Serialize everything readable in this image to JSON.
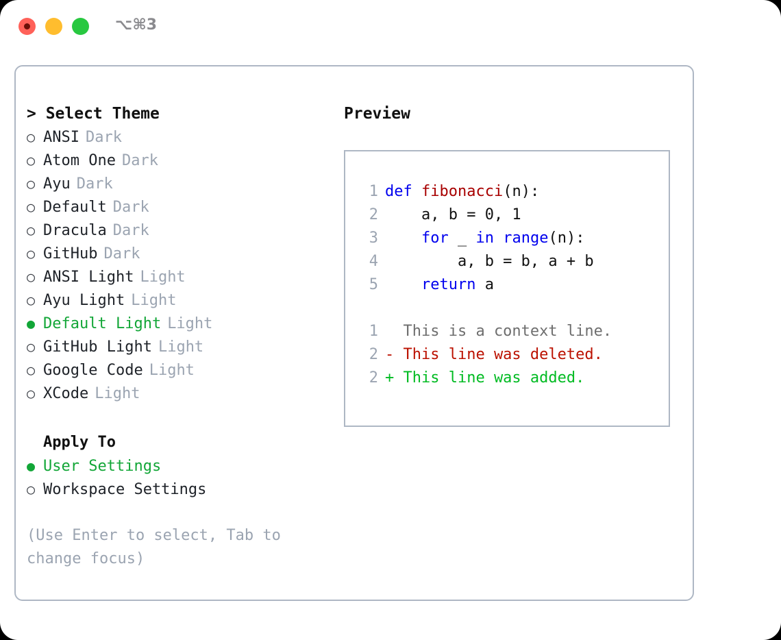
{
  "titlebar": {
    "shortcut": "⌥⌘3",
    "buttons": {
      "close": "close",
      "minimize": "minimize",
      "maximize": "maximize"
    }
  },
  "theme_picker": {
    "heading": "> Select Theme",
    "bullet_unselected": "○",
    "bullet_selected": "●",
    "items": [
      {
        "name": "ANSI",
        "variant": "Dark",
        "selected": false
      },
      {
        "name": "Atom One",
        "variant": "Dark",
        "selected": false
      },
      {
        "name": "Ayu",
        "variant": "Dark",
        "selected": false
      },
      {
        "name": "Default",
        "variant": "Dark",
        "selected": false
      },
      {
        "name": "Dracula",
        "variant": "Dark",
        "selected": false
      },
      {
        "name": "GitHub",
        "variant": "Dark",
        "selected": false
      },
      {
        "name": "ANSI Light",
        "variant": "Light",
        "selected": false
      },
      {
        "name": "Ayu Light",
        "variant": "Light",
        "selected": false
      },
      {
        "name": "Default Light",
        "variant": "Light",
        "selected": true
      },
      {
        "name": "GitHub Light",
        "variant": "Light",
        "selected": false
      },
      {
        "name": "Google Code",
        "variant": "Light",
        "selected": false
      },
      {
        "name": "XCode",
        "variant": "Light",
        "selected": false
      }
    ]
  },
  "apply_to": {
    "heading": "Apply To",
    "options": [
      {
        "name": "User Settings",
        "selected": true
      },
      {
        "name": "Workspace Settings",
        "selected": false
      }
    ]
  },
  "hint": "(Use Enter to select, Tab to\nchange focus)",
  "preview": {
    "heading": "Preview",
    "code_lines": [
      {
        "no": "1",
        "tokens": [
          {
            "t": "def",
            "c": "kw"
          },
          {
            "t": " ",
            "c": "plain"
          },
          {
            "t": "fibonacci",
            "c": "fn"
          },
          {
            "t": "(n):",
            "c": "plain"
          }
        ]
      },
      {
        "no": "2",
        "tokens": [
          {
            "t": "    a, b = 0, 1",
            "c": "plain"
          }
        ]
      },
      {
        "no": "3",
        "tokens": [
          {
            "t": "    ",
            "c": "plain"
          },
          {
            "t": "for",
            "c": "kw"
          },
          {
            "t": " _ ",
            "c": "plain"
          },
          {
            "t": "in",
            "c": "kw"
          },
          {
            "t": " ",
            "c": "plain"
          },
          {
            "t": "range",
            "c": "kw"
          },
          {
            "t": "(n):",
            "c": "plain"
          }
        ]
      },
      {
        "no": "4",
        "tokens": [
          {
            "t": "        a, b = b, a + b",
            "c": "plain"
          }
        ]
      },
      {
        "no": "5",
        "tokens": [
          {
            "t": "    ",
            "c": "plain"
          },
          {
            "t": "return",
            "c": "kw"
          },
          {
            "t": " a",
            "c": "plain"
          }
        ]
      }
    ],
    "diff_lines": [
      {
        "no": "1",
        "text": "  This is a context line.",
        "kind": "d-ctx"
      },
      {
        "no": "2",
        "text": "- This line was deleted.",
        "kind": "d-del"
      },
      {
        "no": "2",
        "text": "+ This line was added.",
        "kind": "d-add"
      }
    ]
  },
  "colors": {
    "accent_green": "#12A637",
    "muted": "#9BA4B1",
    "border": "#AEB7C4",
    "keyword_blue": "#0000EE",
    "function_red": "#A80000",
    "diff_add": "#00BB22",
    "diff_del": "#BB1100",
    "diff_ctx": "#6E6E6E"
  }
}
